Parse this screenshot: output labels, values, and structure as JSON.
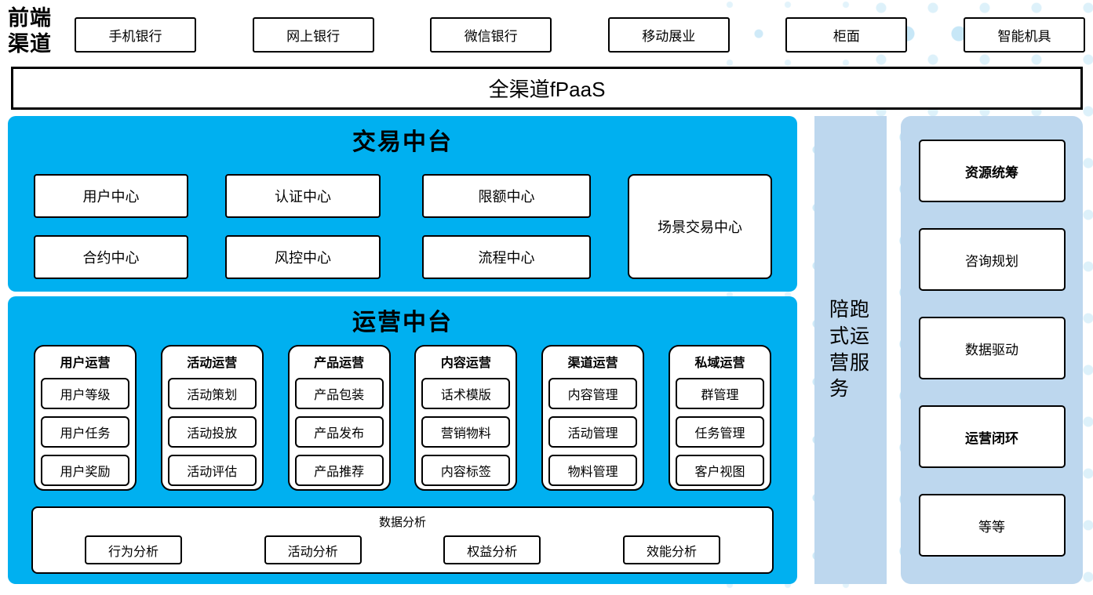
{
  "colors": {
    "cyan_block": "#00B0F0",
    "light_blue_panel": "#BDD7EE",
    "dot_pattern": "#CFEAF8",
    "box_border": "#000000",
    "box_fill": "#FFFFFF"
  },
  "frontend": {
    "label": "前端渠道",
    "channels": [
      "手机银行",
      "网上银行",
      "微信银行",
      "移动展业",
      "柜面",
      "智能机具"
    ]
  },
  "fpaas_bar": {
    "label": "全渠道fPaaS"
  },
  "trade_platform": {
    "title": "交易中台",
    "centers": [
      "用户中心",
      "认证中心",
      "限额中心",
      "合约中心",
      "风控中心",
      "流程中心"
    ],
    "scene_center": "场景交易中心"
  },
  "ops_platform": {
    "title": "运营中台",
    "columns": [
      {
        "header": "用户运营",
        "items": [
          "用户等级",
          "用户任务",
          "用户奖励"
        ]
      },
      {
        "header": "活动运营",
        "items": [
          "活动策划",
          "活动投放",
          "活动评估"
        ]
      },
      {
        "header": "产品运营",
        "items": [
          "产品包装",
          "产品发布",
          "产品推荐"
        ]
      },
      {
        "header": "内容运营",
        "items": [
          "话术模版",
          "营销物料",
          "内容标签"
        ]
      },
      {
        "header": "渠道运营",
        "items": [
          "内容管理",
          "活动管理",
          "物料管理"
        ]
      },
      {
        "header": "私域运营",
        "items": [
          "群管理",
          "任务管理",
          "客户视图"
        ]
      }
    ],
    "data_analysis": {
      "title": "数据分析",
      "items": [
        "行为分析",
        "活动分析",
        "权益分析",
        "效能分析"
      ]
    }
  },
  "companion_bar": {
    "label": "陪跑式运营服务"
  },
  "service_panel": {
    "items": [
      "资源统筹",
      "咨询规划",
      "数据驱动",
      "运营闭环",
      "等等"
    ]
  }
}
